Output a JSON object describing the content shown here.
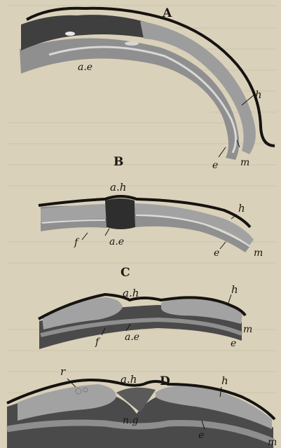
{
  "figure": {
    "background_color": "#d9d1ba",
    "ink_color": "#161310",
    "dark_tissue_color": "#4a4a4a",
    "light_tissue_color": "#9a9a9a",
    "panels": [
      {
        "letter": "A",
        "labels": {
          "ae": "a.e",
          "h": "h",
          "e": "e",
          "m": "m"
        }
      },
      {
        "letter": "B",
        "labels": {
          "ah": "a.h",
          "h": "h",
          "f": "f",
          "ae": "a.e",
          "e": "e",
          "m": "m"
        }
      },
      {
        "letter": "C",
        "labels": {
          "ah": "a.h",
          "h": "h",
          "m": "m",
          "ae": "a.e",
          "f": "f",
          "e": "e"
        }
      },
      {
        "letter": "D",
        "labels": {
          "r": "r",
          "ah": "a.h",
          "h": "h",
          "ng": "n.g",
          "e": "e",
          "m": "m"
        }
      }
    ]
  }
}
